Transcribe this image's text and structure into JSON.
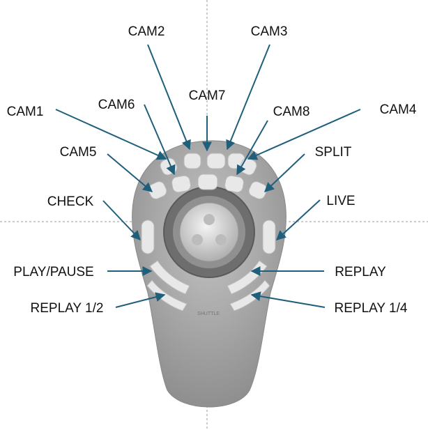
{
  "device": {
    "brand_text": "SHUTTLE"
  },
  "buttons": [
    {
      "id": "cam2",
      "label": "CAM2"
    },
    {
      "id": "cam3",
      "label": "CAM3"
    },
    {
      "id": "cam7",
      "label": "CAM7"
    },
    {
      "id": "cam1",
      "label": "CAM1"
    },
    {
      "id": "cam6",
      "label": "CAM6"
    },
    {
      "id": "cam8",
      "label": "CAM8"
    },
    {
      "id": "cam4",
      "label": "CAM4"
    },
    {
      "id": "cam5",
      "label": "CAM5"
    },
    {
      "id": "split",
      "label": "SPLIT"
    },
    {
      "id": "check",
      "label": "CHECK"
    },
    {
      "id": "live",
      "label": "LIVE"
    },
    {
      "id": "play-pause",
      "label": "PLAY/PAUSE"
    },
    {
      "id": "replay",
      "label": "REPLAY"
    },
    {
      "id": "replay-half",
      "label": "REPLAY 1/2"
    },
    {
      "id": "replay-quarter",
      "label": "REPLAY 1/4"
    }
  ],
  "colors": {
    "arrow": "#1f5f7c",
    "body": "#a9a9a9",
    "button": "#e8e8e8",
    "guide": "#9a9a9a"
  }
}
